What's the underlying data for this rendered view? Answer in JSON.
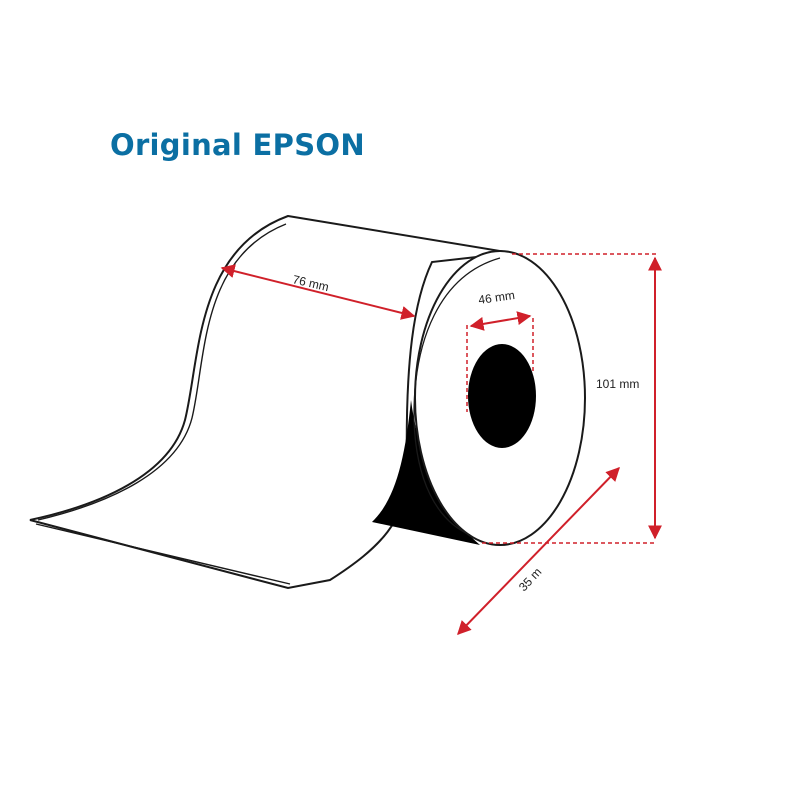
{
  "brand": {
    "title": "Original EPSON",
    "color": "#0b6fa3"
  },
  "colors": {
    "dimension": "#d0202a",
    "outline": "#1a1a1a",
    "core": "#000000"
  },
  "dimensions": {
    "width": "76 mm",
    "core_diameter": "46 mm",
    "outer_diameter": "101 mm",
    "length": "35 m"
  }
}
